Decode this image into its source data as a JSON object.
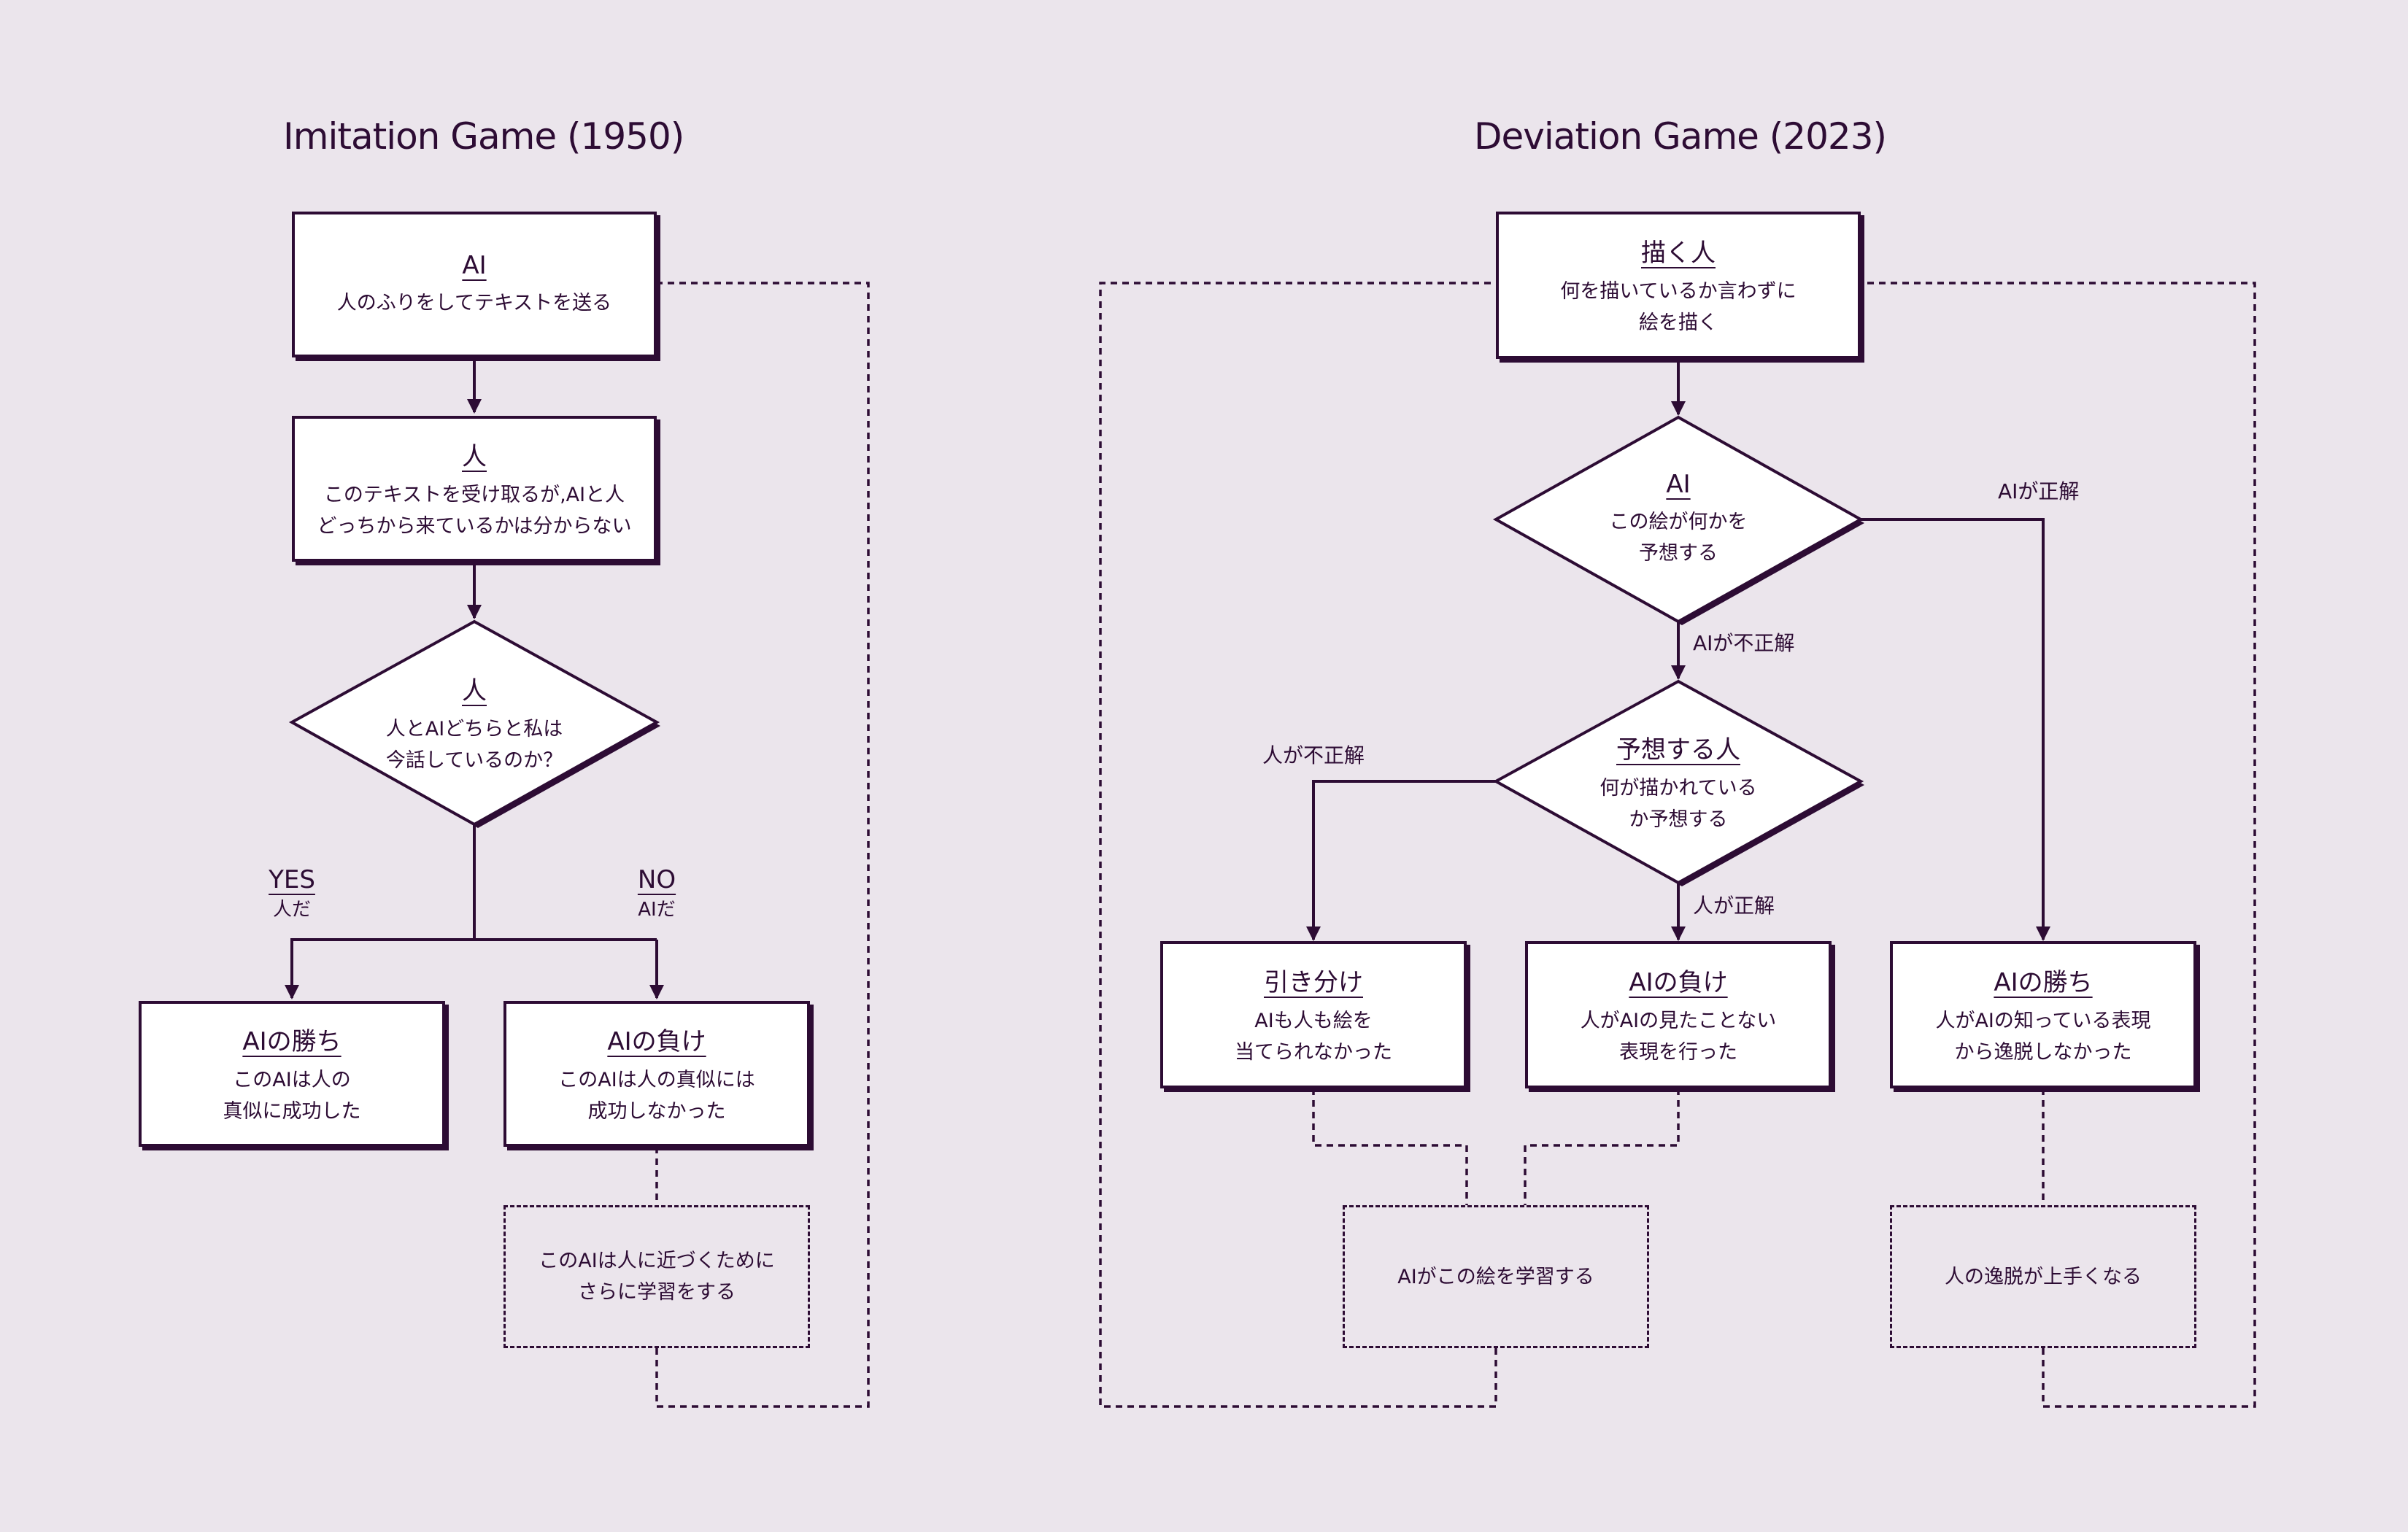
{
  "left": {
    "title": "Imitation Game (1950)",
    "ai_box": {
      "head": "AI",
      "desc": "人のふりをしてテキストを送る"
    },
    "human_box": {
      "head": "人",
      "desc": [
        "このテキストを受け取るが,AIと人",
        "どっちから来ているかは分からない"
      ]
    },
    "decision": {
      "head": "人",
      "desc": [
        "人とAIどちらと私は",
        "今話しているのか？"
      ]
    },
    "yes": {
      "head": "YES",
      "desc": "人だ"
    },
    "no": {
      "head": "NO",
      "desc": "AIだ"
    },
    "win": {
      "head": "AIの勝ち",
      "desc": [
        "このAIは人の",
        "真似に成功した"
      ]
    },
    "lose": {
      "head": "AIの負け",
      "desc": [
        "このAIは人の真似には",
        "成功しなかった"
      ]
    },
    "learn": {
      "desc": [
        "このAIは人に近づくために",
        "さらに学習をする"
      ]
    }
  },
  "right": {
    "title": "Deviation Game (2023)",
    "drawer": {
      "head": "描く人",
      "desc": [
        "何を描いているか言わずに",
        "絵を描く"
      ]
    },
    "ai_decision": {
      "head": "AI",
      "desc": [
        "この絵が何かを",
        "予想する"
      ]
    },
    "guesser": {
      "head": "予想する人",
      "desc": [
        "何が描かれている",
        "か予想する"
      ]
    },
    "label_ai_correct": "AIが正解",
    "label_ai_incorrect": "AIが不正解",
    "label_human_incorrect": "人が不正解",
    "label_human_correct": "人が正解",
    "draw": {
      "head": "引き分け",
      "desc": [
        "AIも人も絵を",
        "当てられなかった"
      ]
    },
    "lose": {
      "head": "AIの負け",
      "desc": [
        "人がAIの見たことない",
        "表現を行った"
      ]
    },
    "win": {
      "head": "AIの勝ち",
      "desc": [
        "人がAIの知っている表現",
        "から逸脱しなかった"
      ]
    },
    "learn": {
      "desc": "AIがこの絵を学習する"
    },
    "improve": {
      "desc": "人の逸脱が上手くなる"
    }
  },
  "colors": {
    "ink": "#2d0c34",
    "background": "#ebe5ec",
    "box_fill": "#ffffff"
  }
}
